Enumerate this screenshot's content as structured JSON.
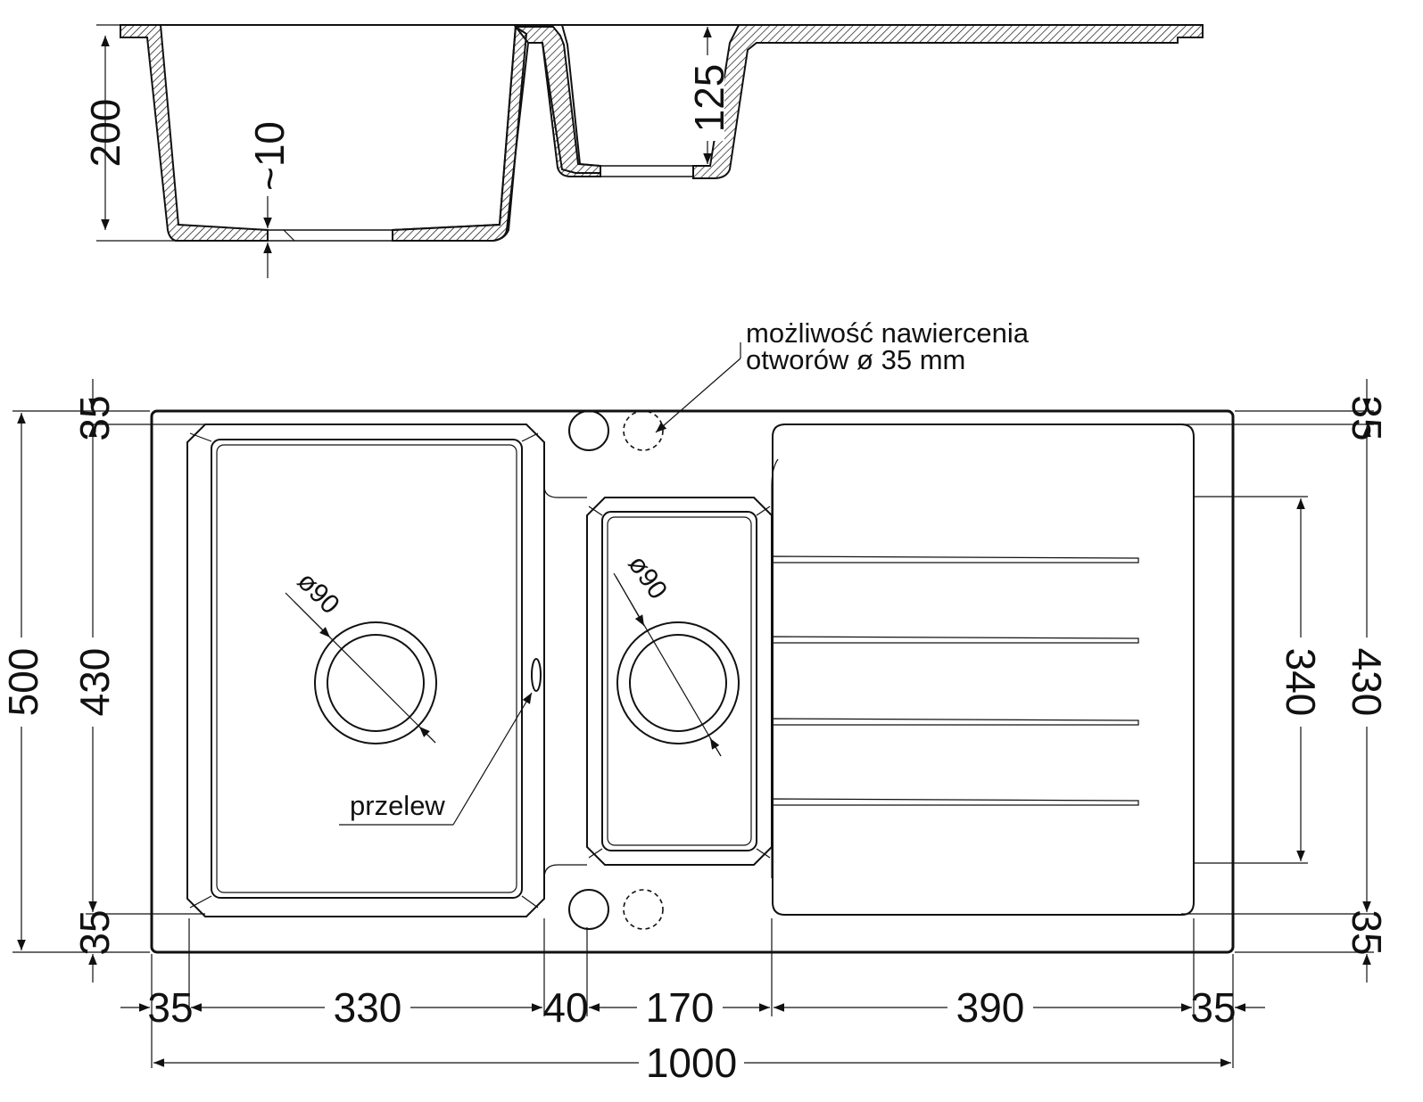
{
  "dimensions": {
    "section_total_depth": "200",
    "section_bottom_thickness": "~10",
    "section_small_bowl_depth": "125",
    "top_margin_left": "35",
    "bottom_margin_left": "35",
    "overall_depth": "500",
    "bowl_depth_left": "430",
    "top_margin_right": "35",
    "bottom_margin_right": "35",
    "bowl_depth_right": "430",
    "drainer_length": "340",
    "w_left_edge": "35",
    "w_big_bowl": "330",
    "w_divider": "40",
    "w_small_bowl": "170",
    "w_drainer": "390",
    "w_right_edge": "35",
    "overall_width": "1000",
    "drain_big": "ø90",
    "drain_small": "ø90"
  },
  "annotations": {
    "tap_hole_line1": "możliwość nawiercenia",
    "tap_hole_line2": "otworów ø 35 mm",
    "overflow": "przelew"
  }
}
